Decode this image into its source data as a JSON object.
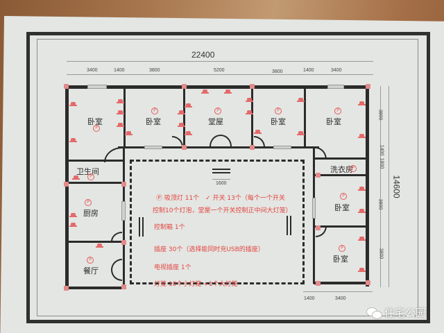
{
  "plan": {
    "total_width": "22400",
    "total_height": "14600",
    "top_dims": [
      "3400",
      "1400",
      "3800",
      "5200",
      "3800",
      "1400",
      "3400"
    ],
    "right_dims": [
      "3800",
      "1400",
      "1800",
      "3800",
      "3800"
    ],
    "bottom_dims": [
      "1400",
      "3400"
    ],
    "courtyard_dim": "1600"
  },
  "rooms": {
    "bedroom_1": "卧室",
    "bedroom_2": "卧室",
    "living_room": "堂屋",
    "bedroom_3": "卧室",
    "bedroom_4": "卧室",
    "bathroom": "卫生间",
    "laundry": "洗衣房",
    "kitchen": "厨房",
    "bedroom_5": "卧室",
    "dining": "餐厅",
    "bedroom_6": "卧室"
  },
  "legend": {
    "line1": "Ⓟ 吸顶灯 11个　✓ 开关 13个（每个一个开关",
    "line2": "控制10个灯泡，堂屋一个开关控制正中间大灯笼）",
    "line3": "控制箱 1个",
    "line4": "插座 30个（选择能同时充USB的插座）",
    "line5": "电视插座 1个",
    "line6": "灯笼 10个小灯笼 +1个大灯笼"
  },
  "colors": {
    "paper": "#e4e6e3",
    "wall": "#2b2b2b",
    "annotation": "#e2443f",
    "background_wood": "#a8774e"
  },
  "watermark": {
    "icon": "wechat-icon",
    "text": "住宅公园"
  }
}
